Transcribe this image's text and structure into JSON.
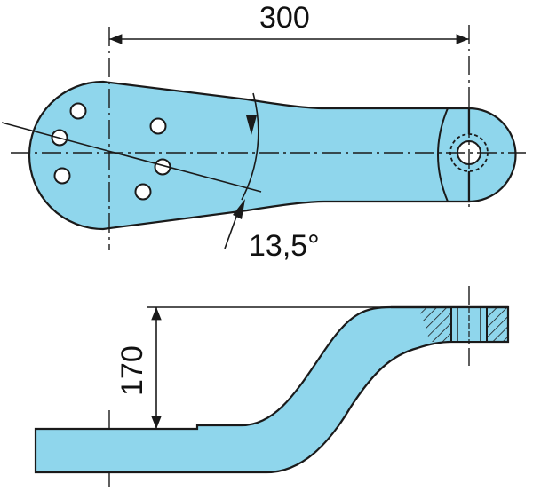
{
  "drawing": {
    "dimension_length": "300",
    "dimension_angle": "13,5°",
    "dimension_height": "170"
  },
  "colors": {
    "part_fill": "#8fd6ec",
    "outline": "#1a1a1a",
    "hole_fill": "#ffffff",
    "background": "#ffffff"
  }
}
